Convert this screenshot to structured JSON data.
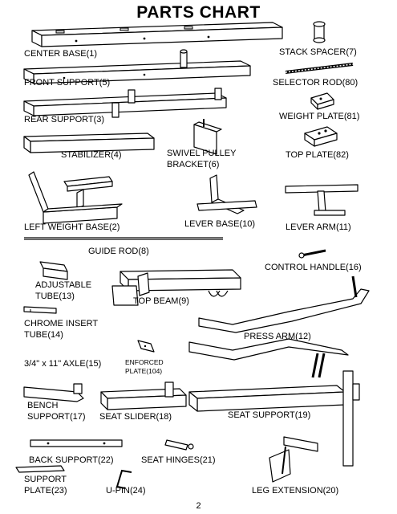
{
  "title": "PARTS CHART",
  "page_number": "2",
  "parts": {
    "center_base": "CENTER BASE(1)",
    "stack_spacer": "STACK SPACER(7)",
    "front_support": "FRONT SUPPORT(5)",
    "selector_rod": "SELECTOR ROD(80)",
    "rear_support": "REAR SUPPORT(3)",
    "weight_plate": "WEIGHT PLATE(81)",
    "stabilizer": "STABILIZER(4)",
    "swivel_pulley_line1": "SWIVEL PULLEY",
    "swivel_pulley_line2": "BRACKET(6)",
    "top_plate": "TOP PLATE(82)",
    "left_weight_base": "LEFT WEIGHT BASE(2)",
    "lever_base": "LEVER BASE(10)",
    "lever_arm": "LEVER ARM(11)",
    "guide_rod": "GUIDE ROD(8)",
    "control_handle": "CONTROL HANDLE(16)",
    "adjustable_tube_line1": "ADJUSTABLE",
    "adjustable_tube_line2": "TUBE(13)",
    "top_beam": "TOP BEAM(9)",
    "chrome_insert_line1": "CHROME INSERT",
    "chrome_insert_line2": "TUBE(14)",
    "press_arm": "PRESS ARM(12)",
    "axle": "3/4\" x 11\" AXLE(15)",
    "enforced_plate_line1": "ENFORCED",
    "enforced_plate_line2": "PLATE(104)",
    "bench_support_line1": "BENCH",
    "bench_support_line2": "SUPPORT(17)",
    "seat_slider": "SEAT SLIDER(18)",
    "seat_support": "SEAT SUPPORT(19)",
    "back_support": "BACK SUPPORT(22)",
    "seat_hinges": "SEAT HINGES(21)",
    "support_plate_line1": "SUPPORT",
    "support_plate_line2": "PLATE(23)",
    "u_pin": "U-PIN(24)",
    "leg_extension": "LEG EXTENSION(20)"
  }
}
